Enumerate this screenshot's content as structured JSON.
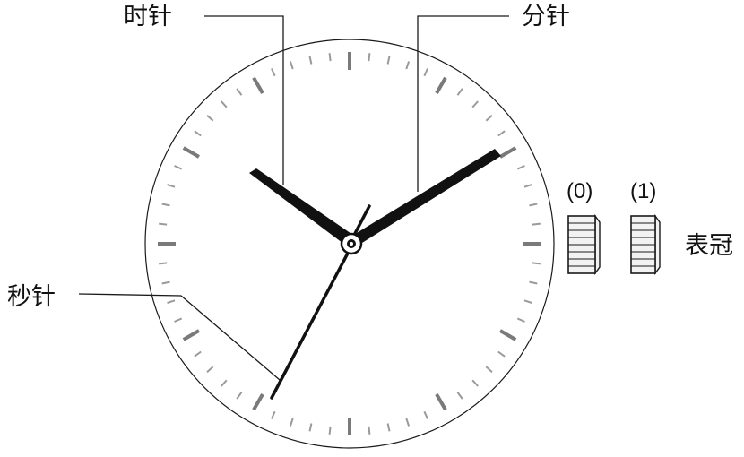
{
  "labels": {
    "hour_hand": "时针",
    "minute_hand": "分针",
    "second_hand": "秒针",
    "crown": "表冠"
  },
  "crown_positions": [
    "(0)",
    "(1)"
  ],
  "colors": {
    "stroke": "#1a1a1a",
    "tick_major": "#7a7a7a",
    "tick_minor": "#9a9a9a",
    "hand": "#111111",
    "crown_fill": "#f2f2f2"
  },
  "dial": {
    "tick_count": 60,
    "major_every": 5
  }
}
